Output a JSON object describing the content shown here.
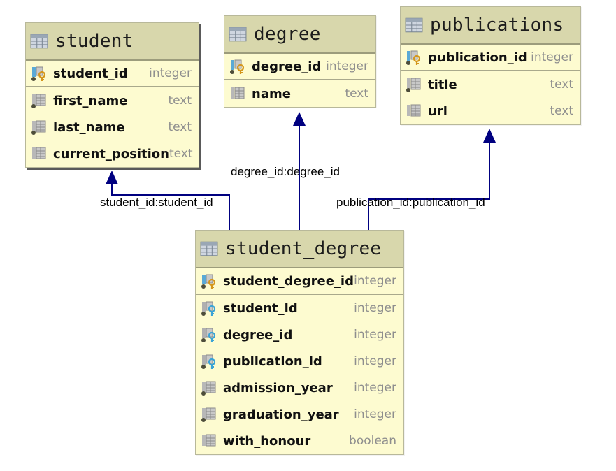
{
  "colors": {
    "header": "#d8d7ac",
    "body": "#fdfbd0",
    "edge": "#000080",
    "type_text": "#8e8e8e"
  },
  "tables": {
    "student": {
      "title": "student",
      "columns": [
        {
          "name": "student_id",
          "type": "integer",
          "icon": "primary-key-icon"
        },
        {
          "name": "first_name",
          "type": "text",
          "icon": "column-notnull-icon"
        },
        {
          "name": "last_name",
          "type": "text",
          "icon": "column-notnull-icon"
        },
        {
          "name": "current_position",
          "type": "text",
          "icon": "column-icon"
        }
      ]
    },
    "degree": {
      "title": "degree",
      "columns": [
        {
          "name": "degree_id",
          "type": "integer",
          "icon": "primary-key-icon"
        },
        {
          "name": "name",
          "type": "text",
          "icon": "column-icon"
        }
      ]
    },
    "publications": {
      "title": "publications",
      "columns": [
        {
          "name": "publication_id",
          "type": "integer",
          "icon": "primary-key-icon"
        },
        {
          "name": "title",
          "type": "text",
          "icon": "column-notnull-icon"
        },
        {
          "name": "url",
          "type": "text",
          "icon": "column-icon"
        }
      ]
    },
    "student_degree": {
      "title": "student_degree",
      "columns": [
        {
          "name": "student_degree_id",
          "type": "integer",
          "icon": "primary-key-icon"
        },
        {
          "name": "student_id",
          "type": "integer",
          "icon": "foreign-key-icon"
        },
        {
          "name": "degree_id",
          "type": "integer",
          "icon": "foreign-key-icon"
        },
        {
          "name": "publication_id",
          "type": "integer",
          "icon": "foreign-key-icon"
        },
        {
          "name": "admission_year",
          "type": "integer",
          "icon": "column-notnull-icon"
        },
        {
          "name": "graduation_year",
          "type": "integer",
          "icon": "column-notnull-icon"
        },
        {
          "name": "with_honour",
          "type": "boolean",
          "icon": "column-icon"
        }
      ]
    }
  },
  "relations": [
    {
      "label": "student_id:student_id",
      "from": "student_degree",
      "to": "student"
    },
    {
      "label": "degree_id:degree_id",
      "from": "student_degree",
      "to": "degree"
    },
    {
      "label": "publication_id:publication_id",
      "from": "student_degree",
      "to": "publications"
    }
  ]
}
